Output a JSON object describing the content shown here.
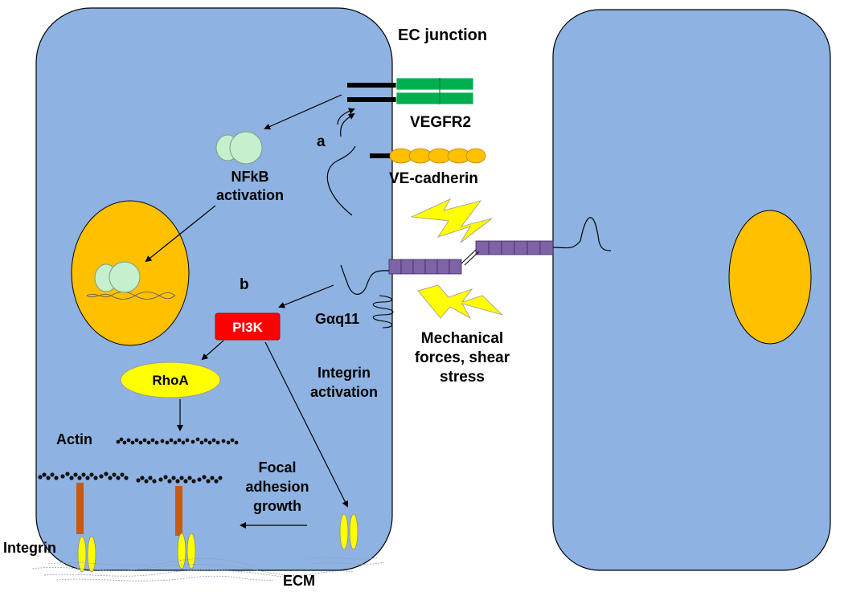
{
  "labels": {
    "ec_junction": "EC junction",
    "vegfr2": "VEGFR2",
    "a": "a",
    "ve_cadherin": "VE-cadherin",
    "nfkb_line1": "NFkB",
    "nfkb_line2": "activation",
    "b": "b",
    "galphaq": "Gαq11",
    "pi3k": "PI3K",
    "rhoa": "RhoA",
    "mech_line1": "Mechanical",
    "mech_line2": "forces, shear",
    "mech_line3": "stress",
    "integrin_act_line1": "Integrin",
    "integrin_act_line2": "activation",
    "actin": "Actin",
    "focal_line1": "Focal",
    "focal_line2": "adhesion",
    "focal_line3": "growth",
    "integrin": "Integrin",
    "ecm": "ECM"
  },
  "colors": {
    "cell_fill": "#8eb3e2",
    "nucleus": "#ffc000",
    "vegfr2": "#00b050",
    "ve_cadherin": "#ffc000",
    "pecam": "#7f63a7",
    "pi3k": "#ff0000",
    "rhoa": "#ffff00",
    "nfkb": "#c6efce",
    "bolt": "#ffff00",
    "stalk": "#c55a11",
    "integrin": "#ffff00"
  }
}
